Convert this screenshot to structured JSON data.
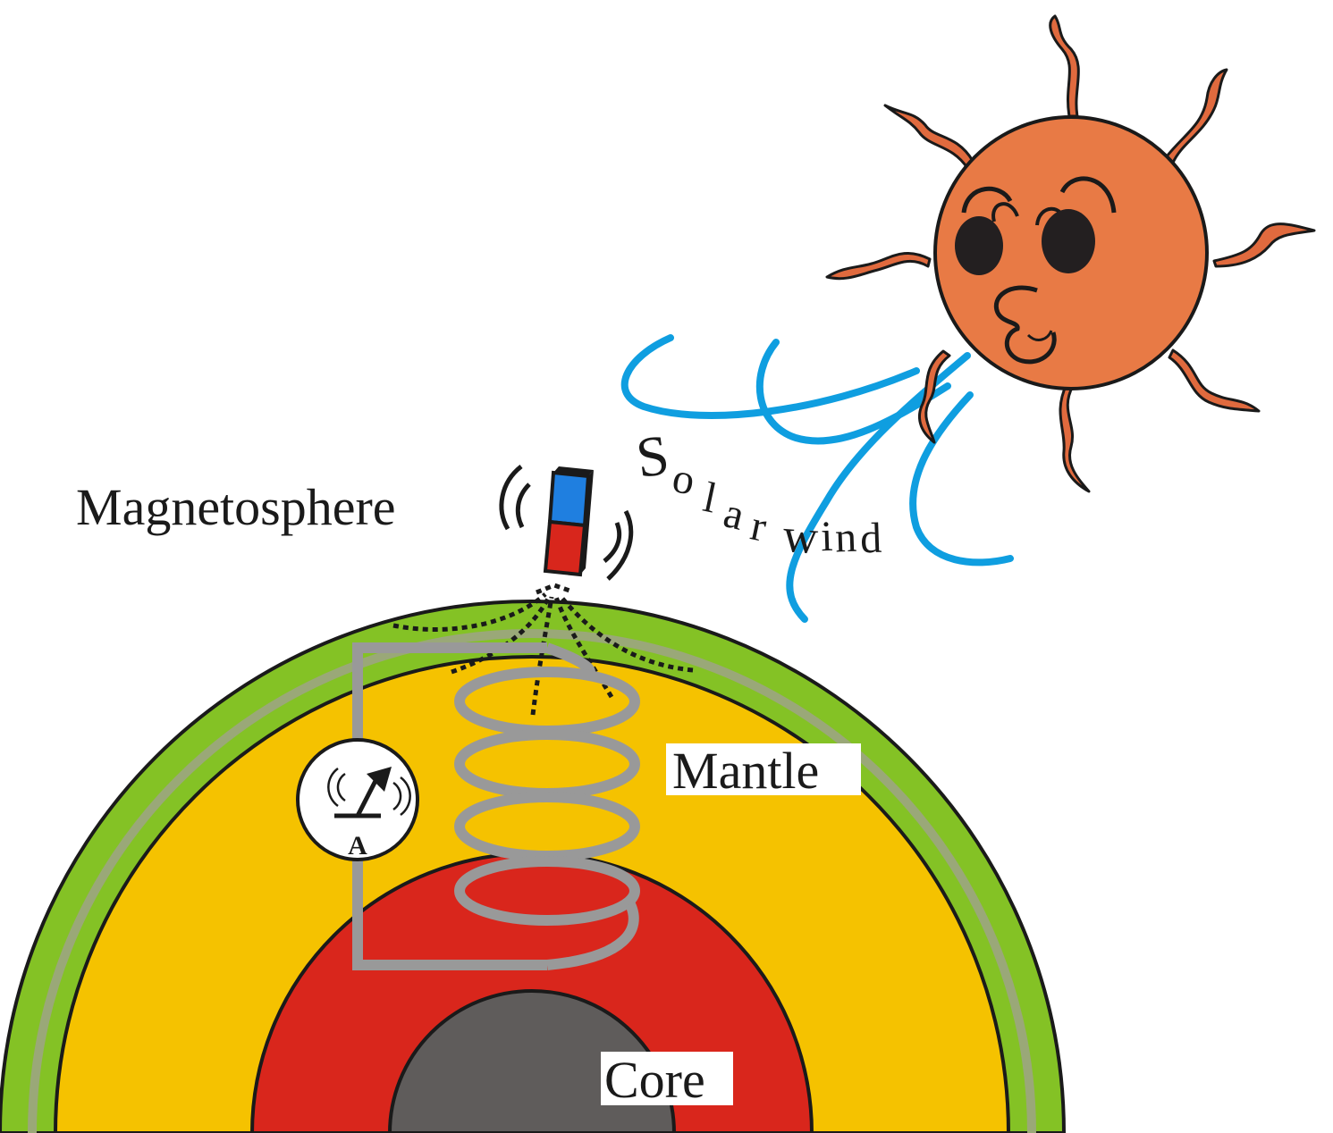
{
  "labels": {
    "magnetosphere": "Magnetosphere",
    "solar_wind_letters": [
      "S",
      "o",
      "l",
      "a",
      "r",
      "w",
      "i",
      "n",
      "d"
    ],
    "mantle": "Mantle",
    "core": "Core",
    "ammeter": "A"
  },
  "colors": {
    "crust_green": "#84c225",
    "crust_band": "#9aa878",
    "mantle_yellow": "#f5c200",
    "outer_core_red": "#d9261c",
    "inner_core_gray": "#5f5c5b",
    "sun_orange": "#e87a45",
    "flare_orange": "#e06a3e",
    "wind_blue": "#0f9ee0",
    "coil_gray": "#999999",
    "magnet_blue": "#1f7fe0",
    "magnet_red": "#d8261c"
  }
}
